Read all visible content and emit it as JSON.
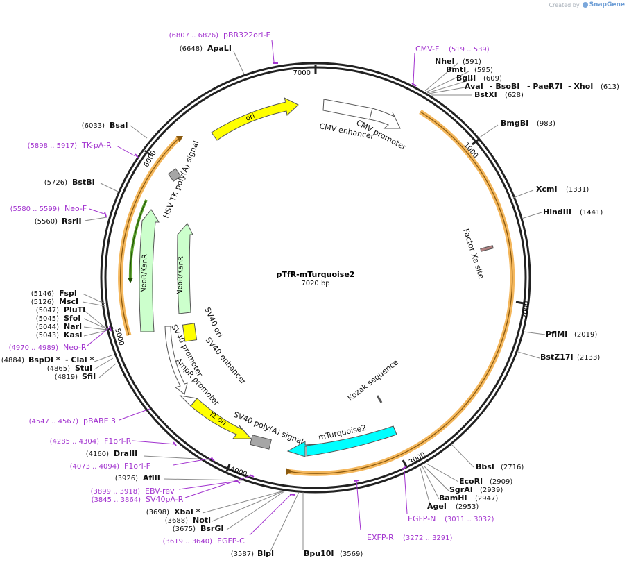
{
  "credit": {
    "prefix": "Created by",
    "brand": "SnapGene"
  },
  "map": {
    "name": "pTfR-mTurquoise2",
    "size_label": "7020 bp",
    "ticks": [
      "1000",
      "2000",
      "3000",
      "4000",
      "5000",
      "6000",
      "7000"
    ]
  },
  "features": [
    {
      "label": "ori"
    },
    {
      "label": "CMV enhancer"
    },
    {
      "label": "CMV promoter"
    },
    {
      "label": "Factor Xa site"
    },
    {
      "label": "Kozak sequence"
    },
    {
      "label": "mTurquoise2"
    },
    {
      "label": "SV40 poly(A) signal"
    },
    {
      "label": "f1 ori"
    },
    {
      "label": "AmpR promoter"
    },
    {
      "label": "SV40 promoter"
    },
    {
      "label": "SV40 enhancer"
    },
    {
      "label": "SV40 ori"
    },
    {
      "label": "NeoR/KanR"
    },
    {
      "label": "NeoR/KanR"
    },
    {
      "label": "HSV TK poly(A) signal"
    }
  ],
  "enzymes": [
    {
      "name": "ApaLI",
      "pos": "(6648)"
    },
    {
      "name": "NheI",
      "pos": "(591)"
    },
    {
      "name": "BmtI",
      "pos": "(595)"
    },
    {
      "name": "BglII",
      "pos": "(609)"
    },
    {
      "name": "AvaI",
      "name2": "- BsoBI",
      "name3": "- PaeR7I",
      "name4": "- XhoI",
      "pos": "(613)"
    },
    {
      "name": "BstXI",
      "pos": "(628)"
    },
    {
      "name": "BmgBI",
      "pos": "(983)"
    },
    {
      "name": "XcmI",
      "pos": "(1331)"
    },
    {
      "name": "HindIII",
      "pos": "(1441)"
    },
    {
      "name": "PflMI",
      "pos": "(2019)"
    },
    {
      "name": "BstZ17I",
      "pos": "(2133)"
    },
    {
      "name": "BbsI",
      "pos": "(2716)"
    },
    {
      "name": "EcoRI",
      "pos": "(2909)"
    },
    {
      "name": "SgrAI",
      "pos": "(2939)"
    },
    {
      "name": "BamHI",
      "pos": "(2947)"
    },
    {
      "name": "AgeI",
      "pos": "(2953)"
    },
    {
      "name": "Bpu10I",
      "pos": "(3569)"
    },
    {
      "name": "BlpI",
      "pos": "(3587)"
    },
    {
      "name": "BsrGI",
      "pos": "(3675)"
    },
    {
      "name": "NotI",
      "pos": "(3688)"
    },
    {
      "name": "XbaI *",
      "pos": "(3698)"
    },
    {
      "name": "AflII",
      "pos": "(3926)"
    },
    {
      "name": "DraIII",
      "pos": "(4160)"
    },
    {
      "name": "SfiI",
      "pos": "(4819)"
    },
    {
      "name": "StuI",
      "pos": "(4865)"
    },
    {
      "name": "BspDI *",
      "name2": "- ClaI *",
      "pos": "(4884)"
    },
    {
      "name": "KasI",
      "pos": "(5043)"
    },
    {
      "name": "NarI",
      "pos": "(5044)"
    },
    {
      "name": "SfoI",
      "pos": "(5045)"
    },
    {
      "name": "PluTI",
      "pos": "(5047)"
    },
    {
      "name": "MscI",
      "pos": "(5126)"
    },
    {
      "name": "FspI",
      "pos": "(5146)"
    },
    {
      "name": "RsrII",
      "pos": "(5560)"
    },
    {
      "name": "BstBI",
      "pos": "(5726)"
    },
    {
      "name": "BsaI",
      "pos": "(6033)"
    }
  ],
  "primers": [
    {
      "name": "pBR322ori-F",
      "pos": "(6807 .. 6826)"
    },
    {
      "name": "CMV-F",
      "pos": "(519 .. 539)"
    },
    {
      "name": "EGFP-N",
      "pos": "(3011 .. 3032)"
    },
    {
      "name": "EXFP-R",
      "pos": "(3272 .. 3291)"
    },
    {
      "name": "EGFP-C",
      "pos": "(3619 .. 3640)"
    },
    {
      "name": "SV40pA-R",
      "pos": "(3845 .. 3864)"
    },
    {
      "name": "EBV-rev",
      "pos": "(3899 .. 3918)"
    },
    {
      "name": "F1ori-F",
      "pos": "(4073 .. 4094)"
    },
    {
      "name": "F1ori-R",
      "pos": "(4285 .. 4304)"
    },
    {
      "name": "pBABE 3'",
      "pos": "(4547 .. 4567)"
    },
    {
      "name": "Neo-R",
      "pos": "(4970 .. 4989)"
    },
    {
      "name": "Neo-F",
      "pos": "(5580 .. 5599)"
    },
    {
      "name": "TK-pA-R",
      "pos": "(5898 .. 5917)"
    }
  ],
  "colors": {
    "backbone": "#222222",
    "orange_arc": "#f4b75c",
    "green_arc": "#5aa02c",
    "ori": "#ffff00",
    "cyan": "#00ffff",
    "neo": "#ccffcc",
    "primer": "#a233cf",
    "polyA": "#a6a6a6"
  }
}
